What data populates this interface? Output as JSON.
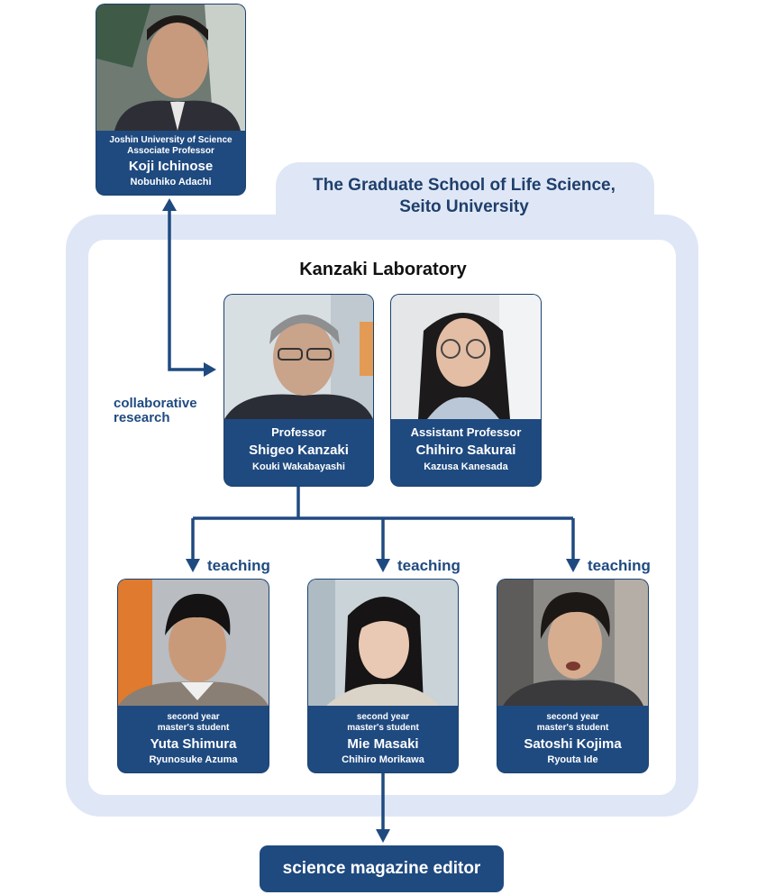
{
  "school": {
    "line1": "The Graduate School of Life Science,",
    "line2": "Seito University"
  },
  "lab_title": "Kanzaki Laboratory",
  "labels": {
    "collab_line1": "collaborative",
    "collab_line2": "research",
    "teaching": "teaching"
  },
  "collaborator": {
    "line1": "Joshin University of Science",
    "line2": "Associate Professor",
    "name": "Koji Ichinose",
    "actor": "Nobuhiko Adachi"
  },
  "professor": {
    "role": "Professor",
    "name": "Shigeo Kanzaki",
    "actor": "Kouki Wakabayashi"
  },
  "assistant": {
    "role": "Assistant Professor",
    "name": "Chihiro Sakurai",
    "actor": "Kazusa Kanesada"
  },
  "students": [
    {
      "line1": "second year",
      "line2": "master's student",
      "name": "Yuta Shimura",
      "actor": "Ryunosuke Azuma"
    },
    {
      "line1": "second year",
      "line2": "master's student",
      "name": "Mie Masaki",
      "actor": "Chihiro Morikawa"
    },
    {
      "line1": "second year",
      "line2": "master's student",
      "name": "Satoshi Kojima",
      "actor": "Ryouta Ide"
    }
  ],
  "editor": "science magazine editor",
  "colors": {
    "navy": "#1f4a80",
    "frame": "#dfe7f6",
    "title": "#1f3f6b"
  }
}
